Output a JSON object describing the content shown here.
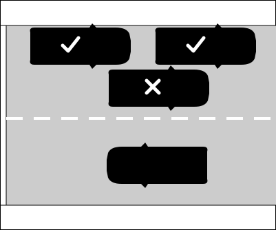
{
  "scene": {
    "colors": {
      "background": "#ffffff",
      "frame": "#000000",
      "road": "#cccccc",
      "lane_marking": "#ffffff",
      "car_outline": "#000000",
      "car_detail_ok": "#000000",
      "car_detail_bad": "#ffffff"
    },
    "cars": [
      {
        "id": "top-left",
        "status": "correct",
        "icon": "checkmark-icon",
        "facing": "right",
        "body_color": "#66ff00"
      },
      {
        "id": "top-right",
        "status": "correct",
        "icon": "checkmark-icon",
        "facing": "right",
        "body_color": "#66ff00"
      },
      {
        "id": "middle",
        "status": "incorrect",
        "icon": "cross-icon",
        "facing": "right",
        "body_color": "#ff0000"
      },
      {
        "id": "bottom",
        "status": "neutral",
        "icon": "",
        "facing": "left",
        "body_color": "#66ff00"
      }
    ]
  }
}
